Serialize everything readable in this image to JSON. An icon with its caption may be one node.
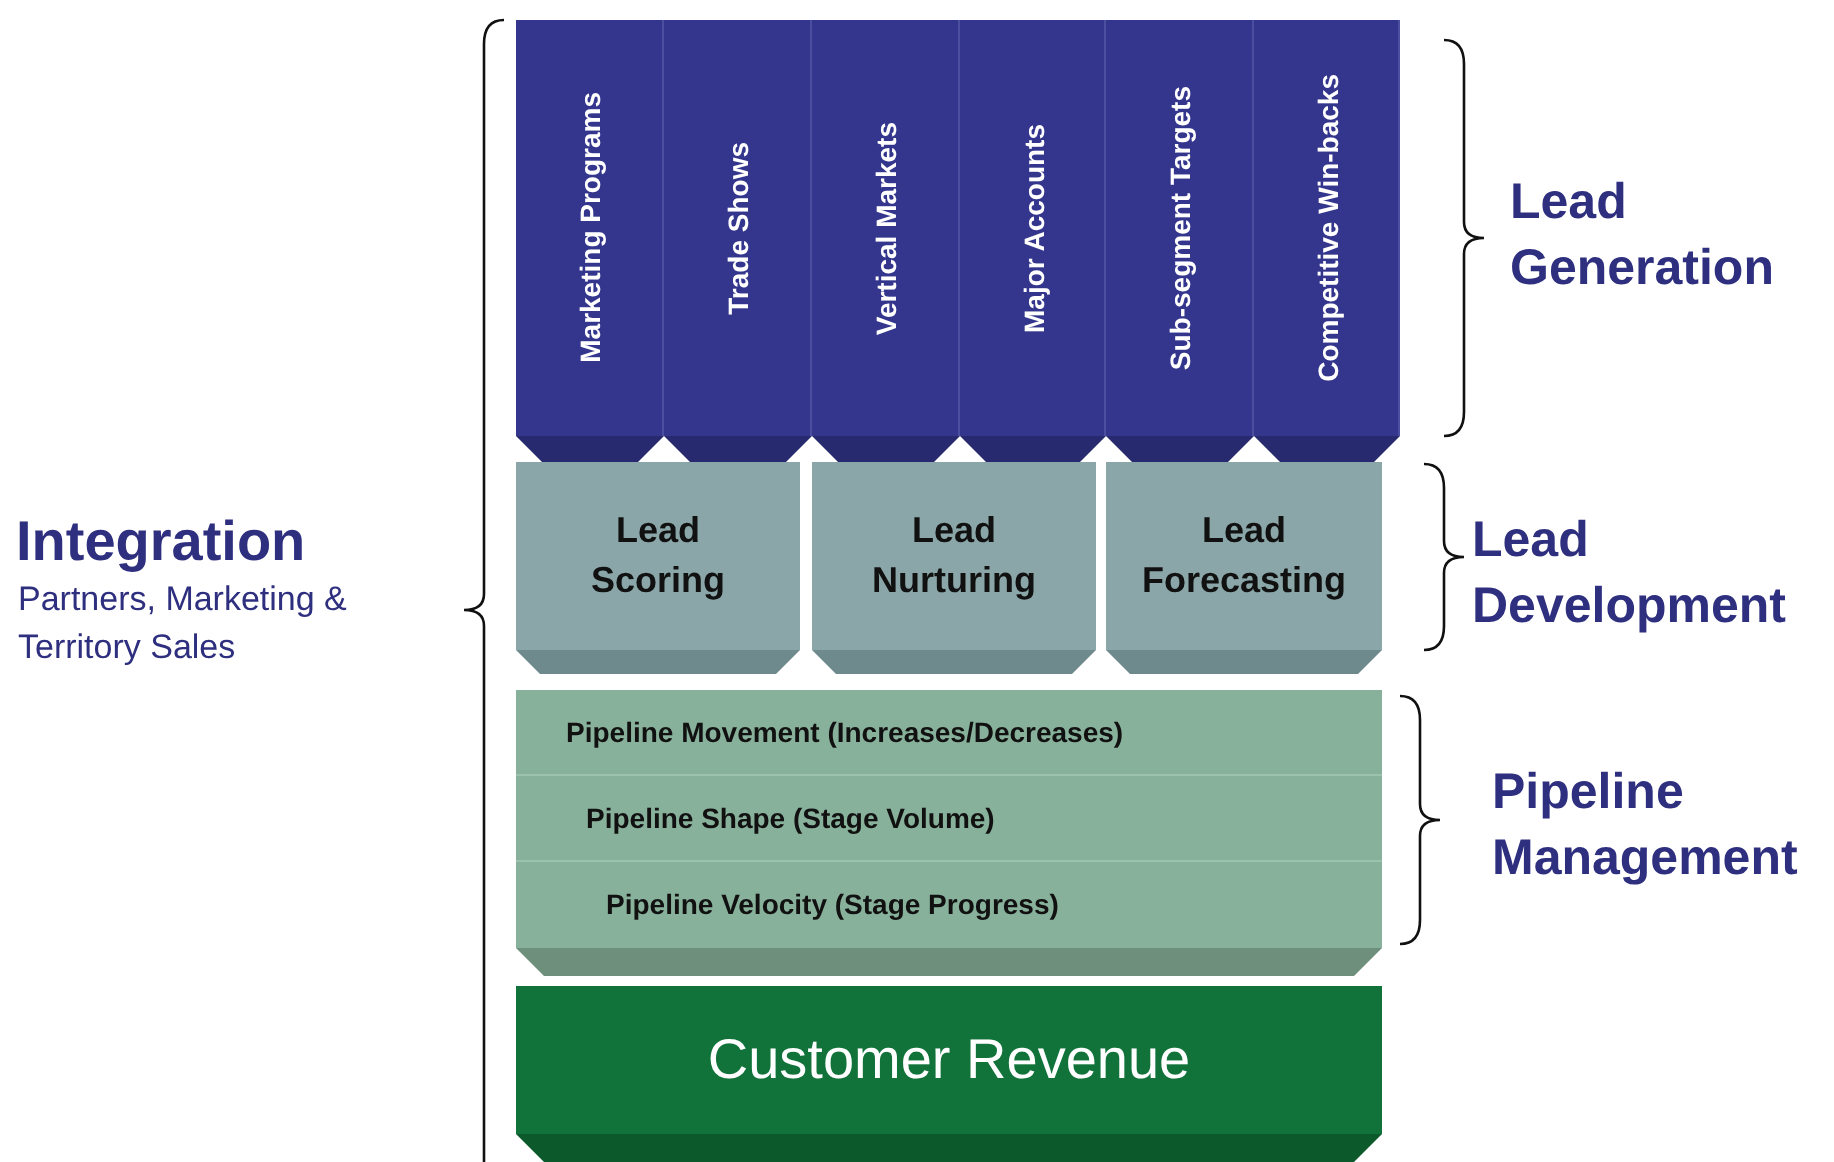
{
  "diagram": {
    "nodes": [
      {
        "text": [
          "Marketing Programs"
        ]
      },
      {
        "text": [
          "Trade Shows"
        ]
      },
      {
        "text": [
          "Vertical Markets"
        ]
      },
      {
        "text": [
          "**Major** Accounts"
        ]
      },
      {
        "text": [
          "Sub-segment Targets"
        ]
      },
      {
        "text": [
          "Competitive Win-backs"
        ]
      },
      {
        "text": [
          "Lead Scoring"
        ]
      },
      {
        "text": [
          "Lead Nurturing"
        ]
      },
      {
        "text": [
          "Lead Forecasting"
        ]
      },
      {
        "text": [],
        "shape": "box"
      },
      {
        "text": [
          "Pipeline Movement (Increases/Decreases)"
        ],
        "in": 9
      },
      {
        "text": [
          "Pipeline Shape (Stage Volume)"
        ],
        "in": 9
      },
      {
        "text": [
          "Pipeline Velocity (Stage Progress)"
        ],
        "in": 9
      },
      {
        "text": [
          "Customer Revenue"
        ]
      }
    ],
    "labels": [
      "Lead Generation",
      "Integration",
      "Partners, Marketing & Territory Sales",
      "Lead Development",
      "Pipeline Management"
    ]
  }
}
